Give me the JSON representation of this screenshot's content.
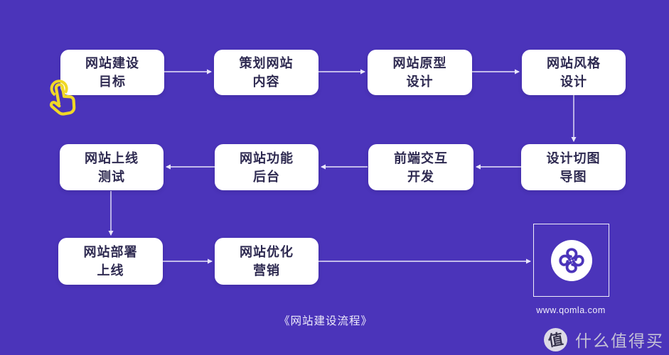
{
  "colors": {
    "background": "#4b34ba",
    "node_background": "#ffffff",
    "node_text": "#2e2a51",
    "arrow": "#e9e6fa",
    "tap_cursor_yellow": "#f0d826",
    "logo_mark_purple": "#4b34ba",
    "watermark_text": "#c5c2d6"
  },
  "diagram": {
    "caption": "《网站建设流程》",
    "nodes": [
      {
        "label": "网站建设\n目标"
      },
      {
        "label": "策划网站\n内容"
      },
      {
        "label": "网站原型\n设计"
      },
      {
        "label": "网站风格\n设计"
      },
      {
        "label": "网站上线\n测试"
      },
      {
        "label": "网站功能\n后台"
      },
      {
        "label": "前端交互\n开发"
      },
      {
        "label": "设计切图\n导图"
      },
      {
        "label": "网站部署\n上线"
      },
      {
        "label": "网站优化\n营销"
      }
    ],
    "logo": {
      "website_url": "www.qomla.com"
    }
  },
  "watermark": {
    "badge_char": "值",
    "brand_text": "什么值得买"
  }
}
